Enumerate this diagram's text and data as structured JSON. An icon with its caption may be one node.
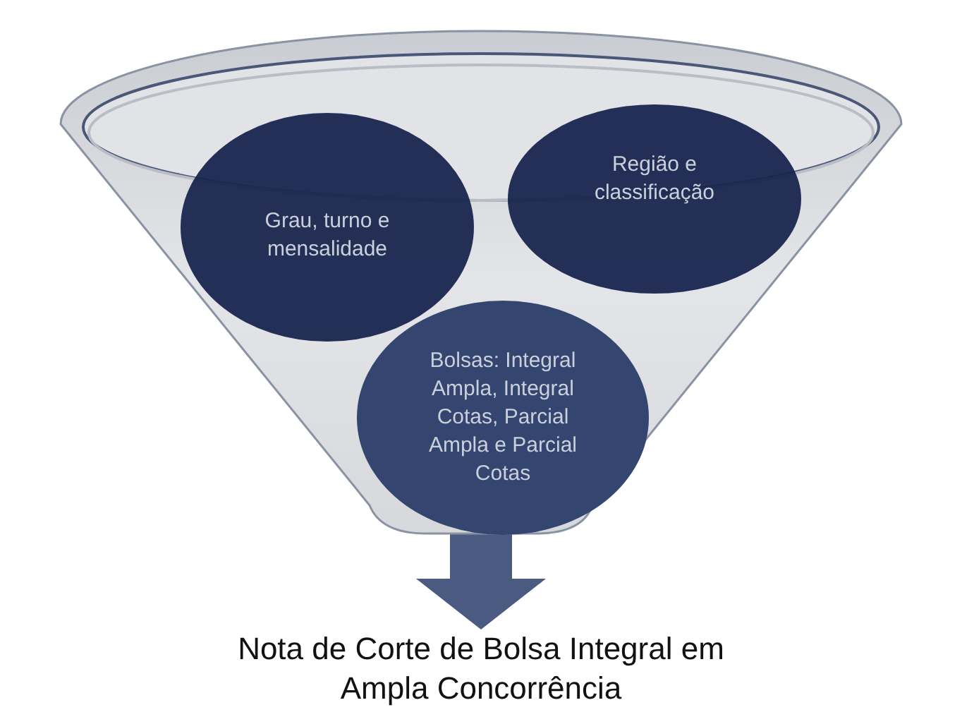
{
  "diagram": {
    "nodes": [
      {
        "text": [],
        "shape": "funnel"
      },
      {
        "text": [
          "Grau, turno e mensalidade"
        ],
        "in": 0
      },
      {
        "text": [
          "Região e classificação"
        ],
        "in": 0
      },
      {
        "text": [
          "Bolsas: Integral Ampla, Integral Cotas, Parcial Ampla e Parcial Cotas"
        ],
        "in": 0
      },
      {
        "text": [
          "Nota de Corte de Bolsa Integral em Ampla Concorrência"
        ]
      }
    ],
    "edges": [
      {
        "from": 0,
        "to": 4,
        "arrow": "to"
      }
    ]
  }
}
